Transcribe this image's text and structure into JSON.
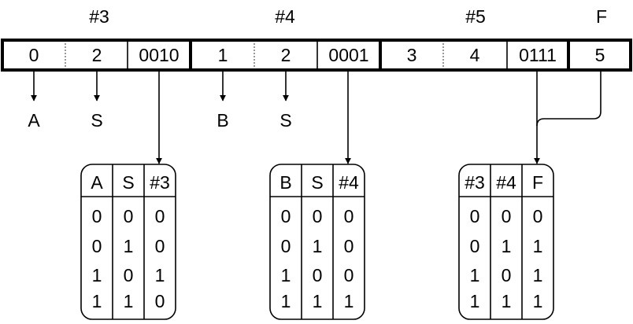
{
  "group_labels": [
    "#3",
    "#4",
    "#5",
    "F"
  ],
  "bar_cells": [
    "0",
    "2",
    "0010",
    "1",
    "2",
    "0001",
    "3",
    "4",
    "0111",
    "5"
  ],
  "output_labels": [
    "A",
    "S",
    "B",
    "S"
  ],
  "tables": [
    {
      "headers": [
        "A",
        "S",
        "#3"
      ],
      "rows": [
        [
          "0",
          "0",
          "0"
        ],
        [
          "0",
          "1",
          "0"
        ],
        [
          "1",
          "0",
          "1"
        ],
        [
          "1",
          "1",
          "0"
        ]
      ]
    },
    {
      "headers": [
        "B",
        "S",
        "#4"
      ],
      "rows": [
        [
          "0",
          "0",
          "0"
        ],
        [
          "0",
          "1",
          "0"
        ],
        [
          "1",
          "0",
          "0"
        ],
        [
          "1",
          "1",
          "1"
        ]
      ]
    },
    {
      "headers": [
        "#3",
        "#4",
        "F"
      ],
      "rows": [
        [
          "0",
          "0",
          "0"
        ],
        [
          "0",
          "1",
          "1"
        ],
        [
          "1",
          "0",
          "1"
        ],
        [
          "1",
          "1",
          "1"
        ]
      ]
    }
  ]
}
